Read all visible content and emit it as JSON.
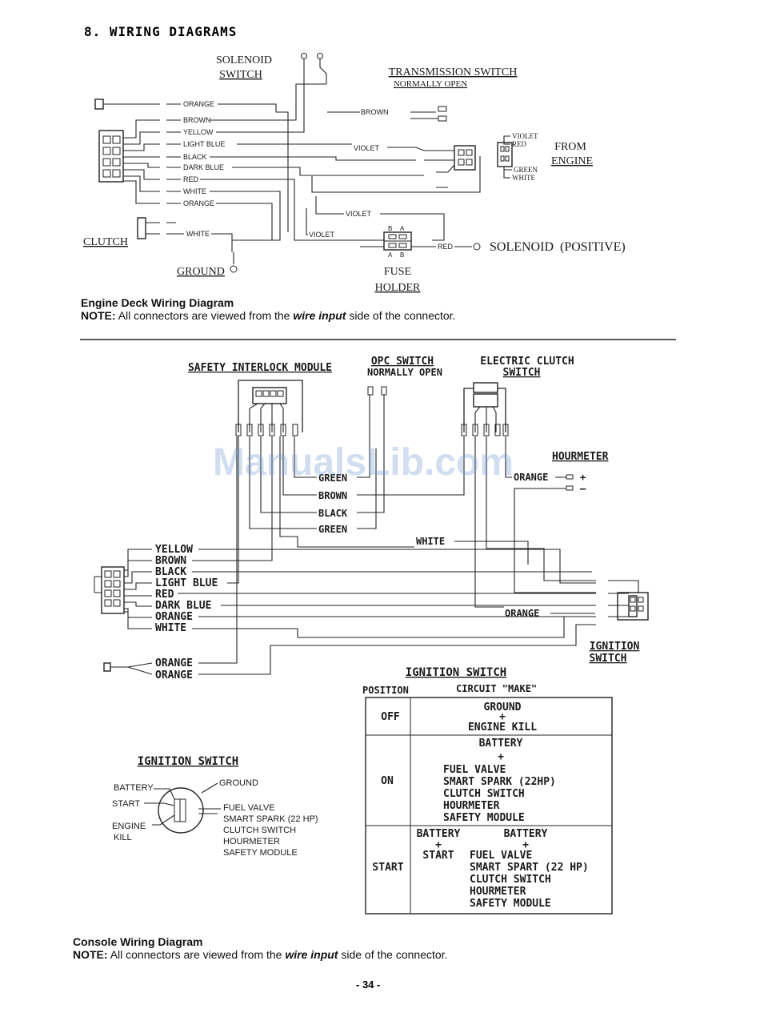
{
  "section_title": "8. WIRING DIAGRAMS",
  "engine_deck": {
    "solenoid_switch": [
      "SOLENOID",
      "SWITCH"
    ],
    "transmission_switch": [
      "TRANSMISSION SWITCH",
      "NORMALLY OPEN"
    ],
    "left_wires": [
      "ORANGE",
      "BROWN",
      "YELLOW",
      "LIGHT BLUE",
      "BLACK",
      "DARK BLUE",
      "RED",
      "WHITE",
      "ORANGE"
    ],
    "brown_wire": "BROWN",
    "violet_wire": "VIOLET",
    "violet_lower_1": "VIOLET",
    "violet_lower_2": "VIOLET",
    "from_engine_wires": [
      "VIOLET",
      "RED",
      "GREEN",
      "WHITE"
    ],
    "from_engine": [
      "FROM",
      "ENGINE"
    ],
    "clutch": "CLUTCH",
    "clutch_wire": "WHITE",
    "ground": "GROUND",
    "fuse_holder": [
      "FUSE",
      "HOLDER"
    ],
    "fuse_terminals_top": [
      "B",
      "A"
    ],
    "fuse_terminals_bottom": [
      "A",
      "B"
    ],
    "red_wire": "RED",
    "solenoid_positive": "SOLENOID  (POSITIVE)",
    "caption_title": "Engine Deck Wiring Diagram",
    "caption_note_label": "NOTE:",
    "caption_note_pre": "All connectors are viewed from the ",
    "caption_note_em": "wire input",
    "caption_note_post": " side of the connector."
  },
  "console": {
    "safety_module": "SAFETY INTERLOCK MODULE",
    "opc_switch": [
      "OPC SWITCH",
      "NORMALLY OPEN"
    ],
    "electric_clutch": [
      "ELECTRIC CLUTCH",
      "SWITCH"
    ],
    "hourmeter": "HOURMETER",
    "hourmeter_wire": "ORANGE",
    "hourmeter_plus": "+",
    "hourmeter_minus": "–",
    "mid_wires": [
      "GREEN",
      "BROWN",
      "BLACK",
      "GREEN"
    ],
    "white_wire": "WHITE",
    "harness_wires": [
      "YELLOW",
      "BROWN",
      "BLACK",
      "LIGHT BLUE",
      "RED",
      "DARK BLUE",
      "ORANGE",
      "WHITE"
    ],
    "orange_right": "ORANGE",
    "bottom_wires": [
      "ORANGE",
      "ORANGE"
    ],
    "ignition_switch_label": [
      "IGNITION",
      "SWITCH"
    ],
    "caption_title": "Console Wiring Diagram",
    "caption_note_label": "NOTE:",
    "caption_note_pre": "All connectors are viewed from the ",
    "caption_note_em": "wire input",
    "caption_note_post": " side of the connector."
  },
  "ignition_switch_figure": {
    "title": "IGNITION SWITCH",
    "battery": "BATTERY",
    "start": "START",
    "engine_kill": [
      "ENGINE",
      "KILL"
    ],
    "ground": "GROUND",
    "outputs": [
      "FUEL VALVE",
      "SMART SPARK (22 HP)",
      "CLUTCH SWITCH",
      "HOURMETER",
      "SAFETY MODULE"
    ]
  },
  "ignition_table": {
    "title": "IGNITION SWITCH",
    "col_position": "POSITION",
    "col_circuit": "CIRCUIT \"MAKE\"",
    "rows": [
      {
        "position": "OFF",
        "lines": [
          "GROUND",
          "+",
          "ENGINE KILL"
        ]
      },
      {
        "position": "ON",
        "lines": [
          "BATTERY",
          "+",
          "FUEL VALVE",
          "SMART SPARK (22HP)",
          "CLUTCH SWITCH",
          "HOURMETER",
          "SAFETY MODULE"
        ]
      },
      {
        "position": "START",
        "left": [
          "BATTERY",
          "+",
          "START"
        ],
        "right": [
          "BATTERY",
          "+",
          "FUEL VALVE",
          "SMART SPART (22 HP)",
          "CLUTCH SWITCH",
          "HOURMETER",
          "SAFETY MODULE"
        ]
      }
    ]
  },
  "watermark": "ManualsLib.com",
  "page_number": "- 34 -"
}
